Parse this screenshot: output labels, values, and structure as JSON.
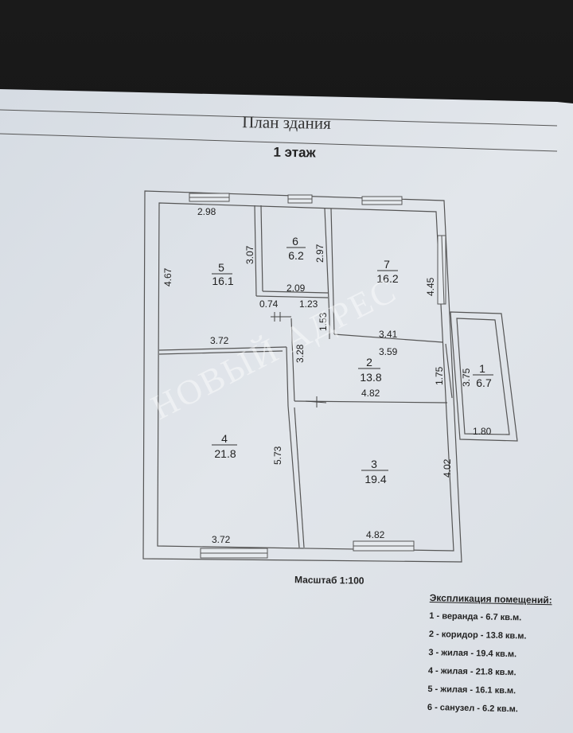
{
  "document": {
    "title": "План здания",
    "floor": "1 этаж",
    "scale": "Масштаб 1:100",
    "watermark": "НОВЫЙ АДРЕС"
  },
  "plan": {
    "rooms": [
      {
        "id": "room-1",
        "number": "1",
        "area": "6.7"
      },
      {
        "id": "room-2",
        "number": "2",
        "area": "13.8"
      },
      {
        "id": "room-3",
        "number": "3",
        "area": "19.4"
      },
      {
        "id": "room-4",
        "number": "4",
        "area": "21.8"
      },
      {
        "id": "room-5",
        "number": "5",
        "area": "16.1"
      },
      {
        "id": "room-6",
        "number": "6",
        "area": "6.2"
      },
      {
        "id": "room-7",
        "number": "7",
        "area": "16.2"
      }
    ],
    "dimensions": {
      "d_2_98": "2.98",
      "d_4_67": "4.67",
      "d_3_07": "3.07",
      "d_2_97": "2.97",
      "d_4_45": "4.45",
      "d_2_09": "2.09",
      "d_0_74": "0.74",
      "d_1_23": "1.23",
      "d_1_53": "1.53",
      "d_3_41": "3.41",
      "d_3_59": "3.59",
      "d_3_72_top": "3.72",
      "d_3_28": "3.28",
      "d_1_75": "1.75",
      "d_3_75": "3.75",
      "d_4_82_mid": "4.82",
      "d_1_80": "1.80",
      "d_5_73": "5.73",
      "d_4_02": "4.02",
      "d_3_72_bottom": "3.72",
      "d_4_82_bottom": "4.82"
    }
  },
  "legend": {
    "title": "Экспликация помещений:",
    "items": [
      "1 - веранда - 6.7 кв.м.",
      "2 - коридор - 13.8 кв.м.",
      "3 - жилая - 19.4 кв.м.",
      "4 - жилая - 21.8 кв.м.",
      "5 - жилая - 16.1 кв.м.",
      "6 - санузел - 6.2 кв.м."
    ]
  },
  "colors": {
    "paper": "#dfe4ea",
    "ink": "#333333",
    "background": "#141414"
  }
}
